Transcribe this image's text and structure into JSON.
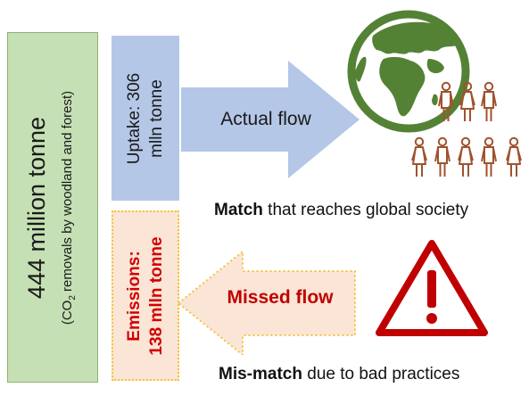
{
  "total": {
    "value_label": "444 million tonne",
    "note_prefix": "(CO",
    "note_subscript": "2",
    "note_suffix": " removals by woodland and  forest)"
  },
  "uptake": {
    "line1": "Uptake: 306",
    "line2": "mlln tonne"
  },
  "emissions": {
    "line1": "Emissions:",
    "line2": "138 mlln tonne"
  },
  "flows": {
    "actual": "Actual flow",
    "missed": "Missed flow"
  },
  "captions": {
    "match_bold": "Match",
    "match_rest": " that reaches global society",
    "mismatch_bold": "Mis-match",
    "mismatch_rest": " due to bad practices"
  },
  "icons": {
    "globe": "globe-icon",
    "people": "people-icon",
    "warning": "warning-icon"
  },
  "colors": {
    "total_box": "#c5e0b4",
    "uptake_box": "#b4c7e7",
    "emissions_box": "#fbe5d6",
    "emissions_text": "#d10000",
    "actual_arrow": "#b4c7e7",
    "missed_arrow": "#fbe5d6",
    "missed_text": "#c00000",
    "globe": "#548235",
    "people": "#a0522d",
    "warning": "#c00000"
  }
}
